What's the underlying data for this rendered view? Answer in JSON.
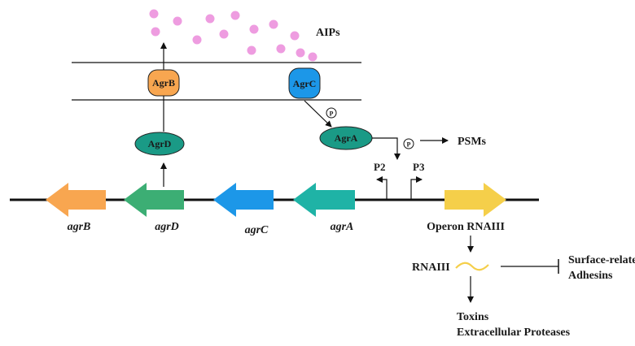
{
  "labels": {
    "aips": "AIPs",
    "psms": "PSMs",
    "p2": "P2",
    "p3": "P3",
    "operon": "Operon RNAIII",
    "rnaiii": "RNAIII",
    "surface_line1": "Surface-related",
    "surface_line2": "Adhesins",
    "toxins": "Toxins",
    "proteases": "Extracellular Proteases",
    "phos": "P"
  },
  "proteins": {
    "agrB": "AgrB",
    "agrC": "AgrC",
    "agrD": "AgrD",
    "agrA": "AgrA"
  },
  "genes": {
    "agrB": "agrB",
    "agrD": "agrD",
    "agrC": "agrC",
    "agrA": "agrA"
  },
  "colors": {
    "agrB": "#f8a650",
    "agrD": "#3cae74",
    "agrC": "#1c97e8",
    "agrA": "#1fb3a6",
    "rnaiii": "#f5cf4a",
    "agrD_protein": "#1a9a86",
    "agrA_protein": "#1a9a86",
    "aip_dots": "#ee9ce0"
  }
}
